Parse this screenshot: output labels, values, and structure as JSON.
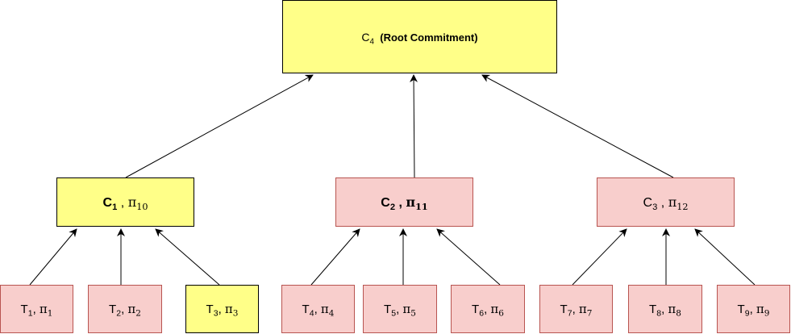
{
  "root": {
    "symbol": "C",
    "sub": "4",
    "label": "(Root Commitment)"
  },
  "commitments": [
    {
      "symbol": "C",
      "sub": "1",
      "sep": " ,",
      "pi": "π",
      "pi_sub": "10"
    },
    {
      "symbol": "C",
      "sub": "2",
      "sep": " ,",
      "pi": "π",
      "pi_sub": "11"
    },
    {
      "symbol": "C",
      "sub": "3",
      "sep": " ,",
      "pi": "π",
      "pi_sub": "12"
    }
  ],
  "transactions": [
    {
      "symbol": "T",
      "sub": "1",
      "sep": ",",
      "pi": "π",
      "pi_sub": "1"
    },
    {
      "symbol": "T",
      "sub": "2",
      "sep": ",",
      "pi": "π",
      "pi_sub": "2"
    },
    {
      "symbol": "T",
      "sub": "3",
      "sep": ",",
      "pi": "π",
      "pi_sub": "3"
    },
    {
      "symbol": "T",
      "sub": "4",
      "sep": ",",
      "pi": "π",
      "pi_sub": "4"
    },
    {
      "symbol": "T",
      "sub": "5",
      "sep": ",",
      "pi": "π",
      "pi_sub": "5"
    },
    {
      "symbol": "T",
      "sub": "6",
      "sep": ",",
      "pi": "π",
      "pi_sub": "6"
    },
    {
      "symbol": "T",
      "sub": "7",
      "sep": ",",
      "pi": "π",
      "pi_sub": "7"
    },
    {
      "symbol": "T",
      "sub": "8",
      "sep": ",",
      "pi": "π",
      "pi_sub": "8"
    },
    {
      "symbol": "T",
      "sub": "9",
      "sep": ",",
      "pi": "π",
      "pi_sub": "9"
    }
  ],
  "colors": {
    "highlight_fill": "#ffff88",
    "default_fill": "#f8cecc",
    "default_stroke": "#b85450",
    "edge": "#000000"
  },
  "highlighted": [
    "root",
    "C1",
    "T3"
  ]
}
